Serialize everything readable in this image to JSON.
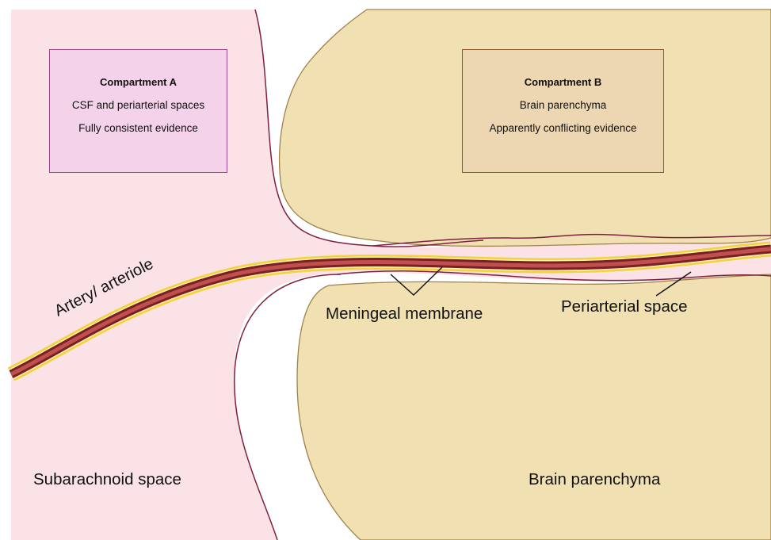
{
  "colors": {
    "subarachnoid_fill": "#fbe2e6",
    "parenchyma_fill": "#f1e0b2",
    "parenchyma_stroke": "#9e8348",
    "membrane_stroke": "#7d2140",
    "artery_outer": "#f3d23c",
    "artery_wall": "#7a1f26",
    "artery_lumen": "#c0504d",
    "box_a_fill": "#f4d3ea",
    "box_b_fill": "#ecd7b2"
  },
  "compartment_a": {
    "title": "Compartment A",
    "line1": "CSF and periarterial spaces",
    "line2": "Fully consistent evidence"
  },
  "compartment_b": {
    "title": "Compartment B",
    "line1": "Brain parenchyma",
    "line2": "Apparently conflicting evidence"
  },
  "labels": {
    "artery": "Artery/ arteriole",
    "meningeal_membrane": "Meningeal membrane",
    "periarterial_space": "Periarterial space",
    "subarachnoid_space": "Subarachnoid space",
    "brain_parenchyma": "Brain parenchyma"
  }
}
